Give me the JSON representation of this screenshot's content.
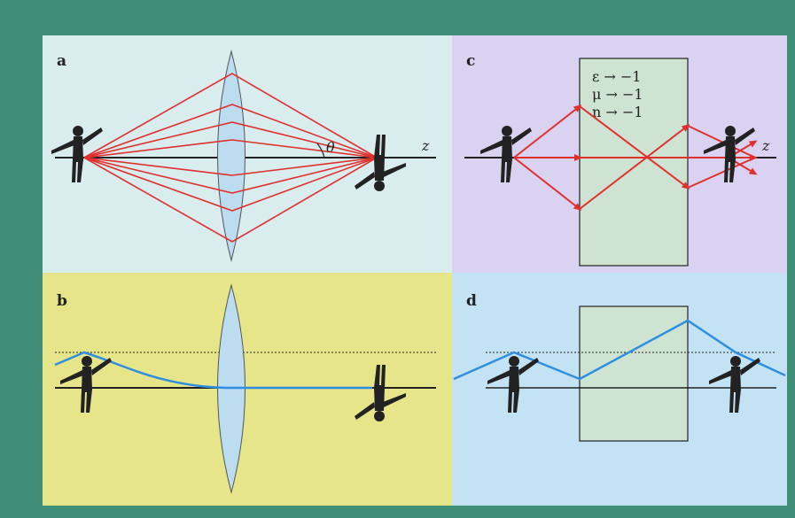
{
  "figure": {
    "panels": [
      {
        "id": "a",
        "label": "a",
        "axis_label": "z",
        "angle_label": "θ"
      },
      {
        "id": "b",
        "label": "b"
      },
      {
        "id": "c",
        "label": "c",
        "axis_label": "z",
        "equations": [
          "ε → −1",
          "μ → −1",
          "n → −1"
        ]
      },
      {
        "id": "d",
        "label": "d"
      }
    ]
  },
  "colors": {
    "frame": "#3f8f78",
    "panel_a_bg": "#d9ecee",
    "panel_b_bg": "#e6e58a",
    "panel_c_bg": "#d9d2f1",
    "panel_d_bg": "#c3e2f3",
    "lens_fill": "#bcdcf0",
    "ray": "#e0302e",
    "wave": "#2e8fe0",
    "slab_fill": "#cfe3d3",
    "figure": "#222222"
  },
  "icons": [
    "person-icon",
    "inverted-person-icon",
    "lens-icon",
    "slab-icon"
  ]
}
